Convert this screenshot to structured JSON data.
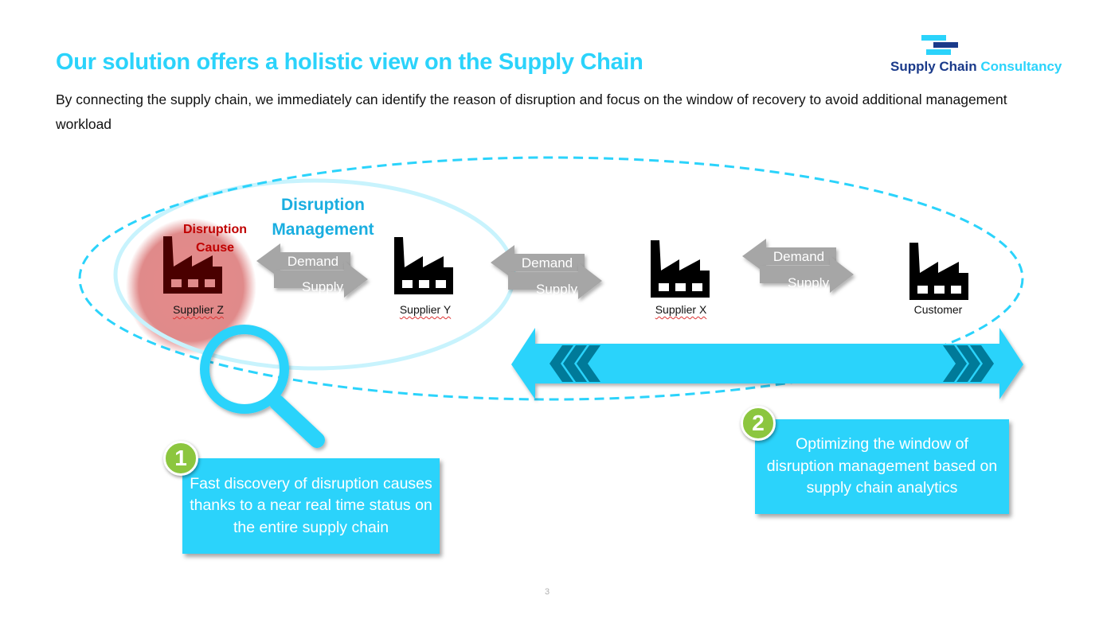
{
  "header": {
    "title": "Our solution offers a holistic view on the Supply Chain",
    "subtitle": "By connecting the supply chain, we immediately can identify the reason of disruption and focus on the window of recovery to avoid additional management workload"
  },
  "logo": {
    "name_part1": "Supply Chain",
    "name_part2": "Consultancy",
    "colors": {
      "dark": "#1a3a8a",
      "light": "#2bd3fb"
    }
  },
  "diagram": {
    "disruption_management_label": "Disruption Management",
    "disruption_cause_label": "Disruption Cause",
    "nodes": [
      {
        "label": "Supplier Z",
        "icon": "factory-icon",
        "highlight": "disruption"
      },
      {
        "label": "Supplier Y",
        "icon": "factory-icon"
      },
      {
        "label": "Supplier X",
        "icon": "factory-icon"
      },
      {
        "label": "Customer",
        "icon": "factory-icon"
      }
    ],
    "flows": [
      {
        "demand": "Demand",
        "supply": "Supply"
      },
      {
        "demand": "Demand",
        "supply": "Supply"
      },
      {
        "demand": "Demand",
        "supply": "Supply"
      }
    ],
    "window_arrow_icon": "double-arrow-icon",
    "magnifier_icon": "magnifier-icon"
  },
  "callouts": [
    {
      "number": "1",
      "text": "Fast discovery of disruption causes thanks to a near real time status on the entire supply chain"
    },
    {
      "number": "2",
      "text": "Optimizing the window of disruption management based on supply chain analytics"
    }
  ],
  "colors": {
    "accent": "#2bd3fb",
    "disruption_red": "#c00000",
    "badge_green": "#8cc63f",
    "arrow_gray": "#a6a6a6",
    "chevron_dark": "#007a99"
  },
  "footer": {
    "page_number": "3"
  }
}
